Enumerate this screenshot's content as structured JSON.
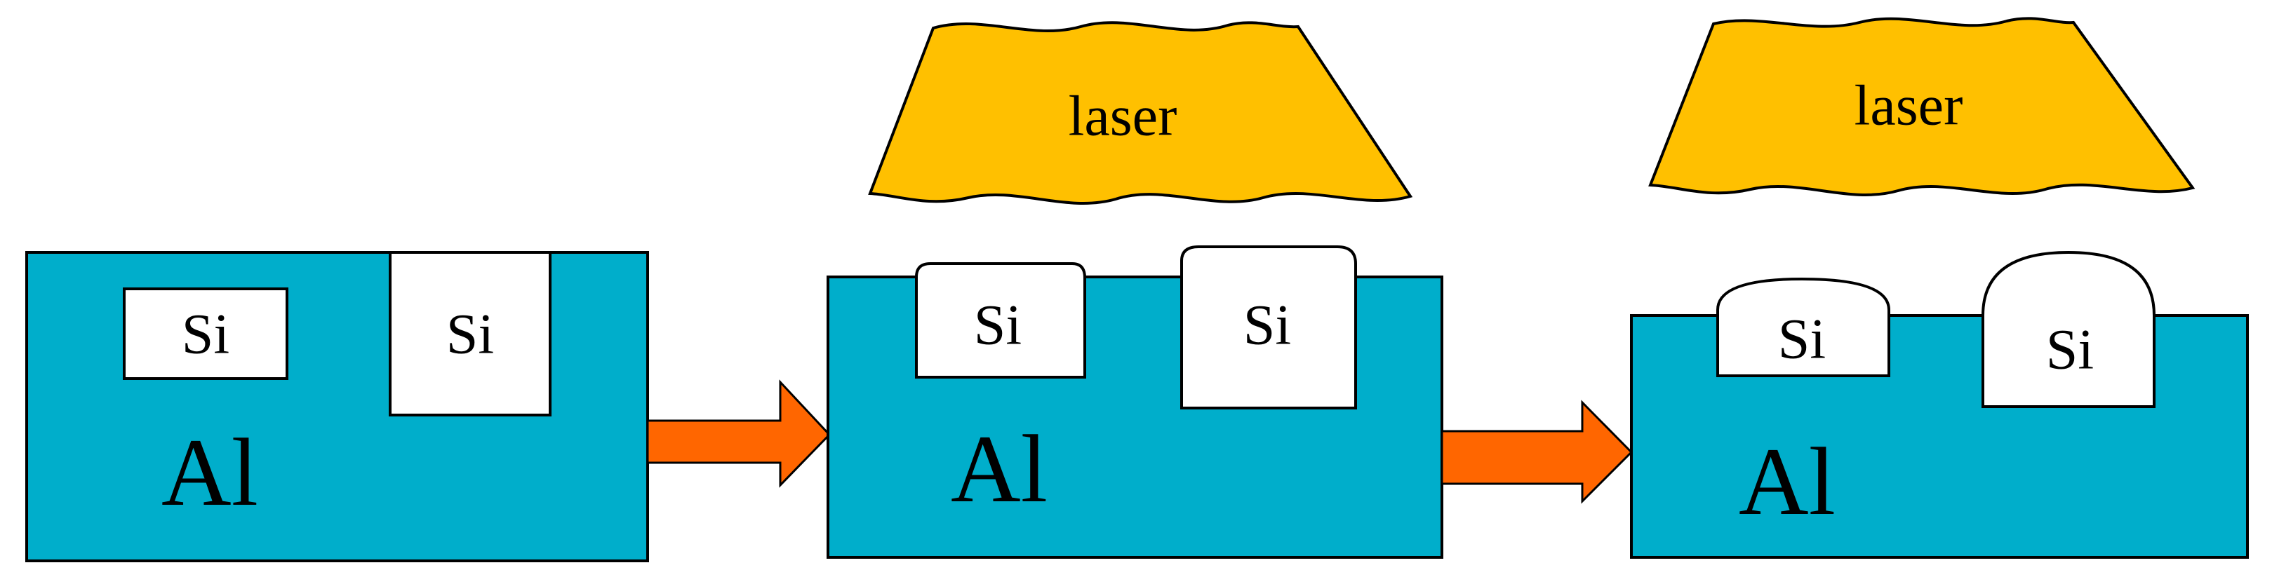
{
  "colors": {
    "aluminum": "#00AECB",
    "silicon": "#FFFFFF",
    "laser": "#FFC000",
    "arrow": "#FF6600",
    "outline": "#000000"
  },
  "stages": [
    {
      "matrix_label": "Al",
      "particles": [
        {
          "label": "Si",
          "shape": "embedded-rectangle"
        },
        {
          "label": "Si",
          "shape": "embedded-square"
        }
      ]
    },
    {
      "laser_label": "laser",
      "matrix_label": "Al",
      "particles": [
        {
          "label": "Si",
          "shape": "protruding-rounded-top"
        },
        {
          "label": "Si",
          "shape": "protruding-rounded-top"
        }
      ]
    },
    {
      "laser_label": "laser",
      "matrix_label": "Al",
      "particles": [
        {
          "label": "Si",
          "shape": "protruding-dome"
        },
        {
          "label": "Si",
          "shape": "protruding-dome"
        }
      ]
    }
  ],
  "transitions": [
    {
      "icon": "arrow-right-icon"
    },
    {
      "icon": "arrow-right-icon"
    }
  ]
}
